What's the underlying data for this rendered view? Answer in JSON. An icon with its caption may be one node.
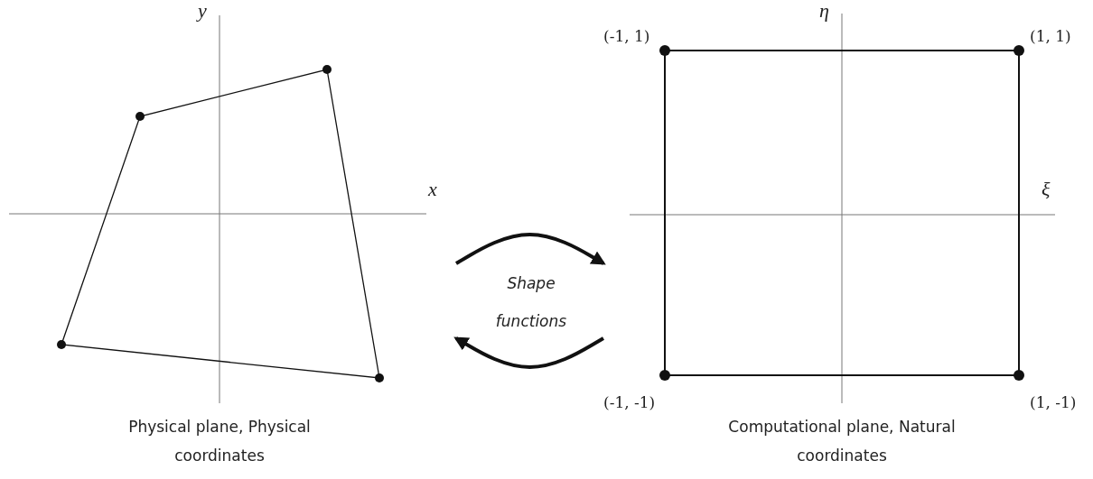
{
  "diagram": {
    "nodes": [
      {
        "text": [],
        "shape": "quadrilateral",
        "beside": [
          "Physical plane, Physical coordinates"
        ]
      },
      {
        "text": [],
        "shape": "square",
        "beside": [
          "Computational plane, Natural coordinates"
        ]
      }
    ],
    "edges": [
      {
        "from": 0,
        "to": 1,
        "arrow": "to"
      },
      {
        "from": 1,
        "to": 0,
        "arrow": "to"
      }
    ],
    "labels": [
      "y",
      "(-1, 1)",
      "η",
      "(1, 1)",
      "x",
      "ξ",
      "Shape functions",
      "(-1, -1)",
      "(1, -1)"
    ]
  }
}
